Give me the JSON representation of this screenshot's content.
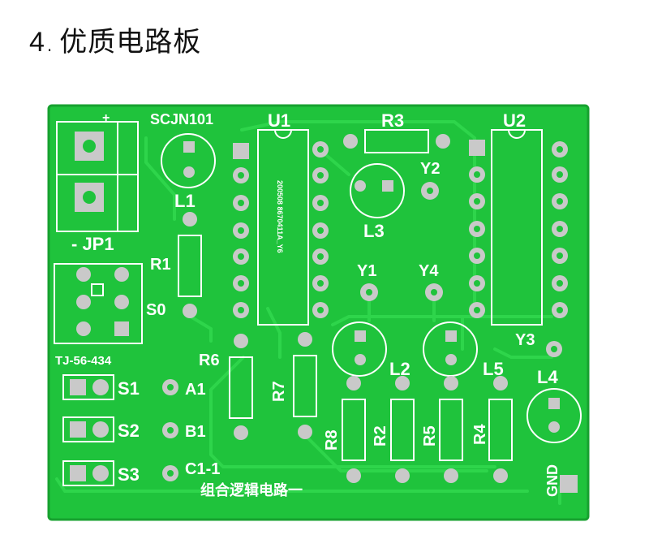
{
  "heading": {
    "number": "4",
    "title": "优质电路板"
  },
  "colors": {
    "board": "#1fc33c",
    "board_dark": "#17a12f",
    "trace": "#2ed54b",
    "silk": "#ffffff",
    "pad": "#c9c9c9"
  },
  "labels": {
    "plus": "+",
    "sc": "SCJN101",
    "l1": "L1",
    "jp1": "- JP1",
    "r1": "R1",
    "s0": "S0",
    "tj": "TJ-56-434",
    "s1": "S1",
    "s2": "S2",
    "s3": "S3",
    "a1": "A1",
    "b1": "B1",
    "c1": "C1-1",
    "u1": "U1",
    "r3": "R3",
    "y2": "Y2",
    "l3": "L3",
    "y1": "Y1",
    "y4": "Y4",
    "r6": "R6",
    "r7": "R7",
    "u2": "U2",
    "y3": "Y3",
    "l2": "L2",
    "l5": "L5",
    "l4": "L4",
    "r8": "R8",
    "r2": "R2",
    "r5": "R5",
    "r4": "R4",
    "gnd": "GND",
    "chip_text": "200508 8670411A_Y6",
    "board_name": "组合逻辑电路一"
  }
}
